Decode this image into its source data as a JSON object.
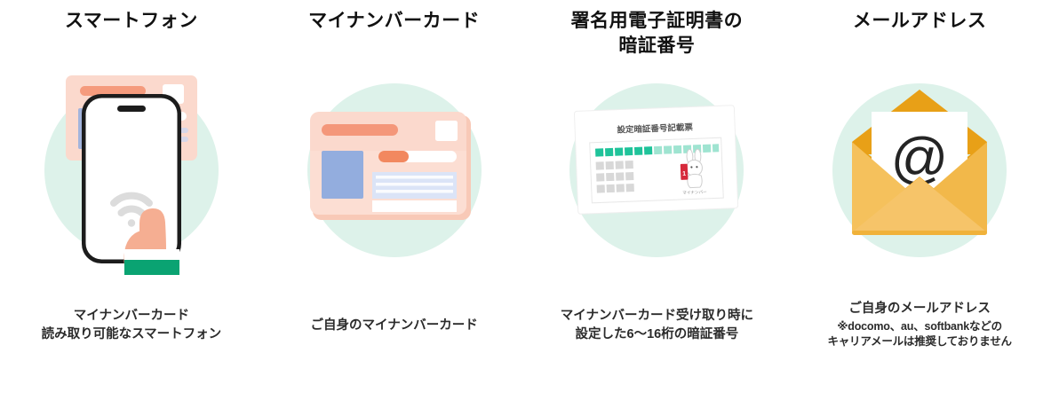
{
  "page": {
    "background_color": "#ffffff",
    "accent_mint": "#ddf2ea",
    "accent_salmon": "#f7a58a",
    "accent_green": "#0aa372",
    "accent_orange": "#efa61f"
  },
  "items": [
    {
      "id": "smartphone",
      "title_lines": [
        "スマートフォン"
      ],
      "caption_lines": [
        "マイナンバーカード",
        "読み取り可能なスマートフォン"
      ],
      "caption_note_lines": [],
      "illustration": "smartphone-nfc-illustration"
    },
    {
      "id": "my-number-card",
      "title_lines": [
        "マイナンバーカード"
      ],
      "caption_lines": [
        "ご自身のマイナンバーカード"
      ],
      "caption_note_lines": [],
      "illustration": "id-card-illustration"
    },
    {
      "id": "signature-certificate-pin",
      "title_lines": [
        "署名用電子証明書の",
        "暗証番号"
      ],
      "caption_lines": [
        "マイナンバーカード受け取り時に",
        "設定した6〜16桁の暗証番号"
      ],
      "caption_note_lines": [],
      "illustration": "pin-slip-illustration",
      "slip_title": "設定暗証番号記載票",
      "mascot_label": "マイナンバー"
    },
    {
      "id": "email-address",
      "title_lines": [
        "メールアドレス"
      ],
      "caption_lines": [
        "ご自身のメールアドレス"
      ],
      "caption_note_lines": [
        "※docomo、au、softbankなどの",
        "キャリアメールは推奨しておりません"
      ],
      "illustration": "envelope-email-illustration",
      "at_symbol": "@"
    }
  ]
}
